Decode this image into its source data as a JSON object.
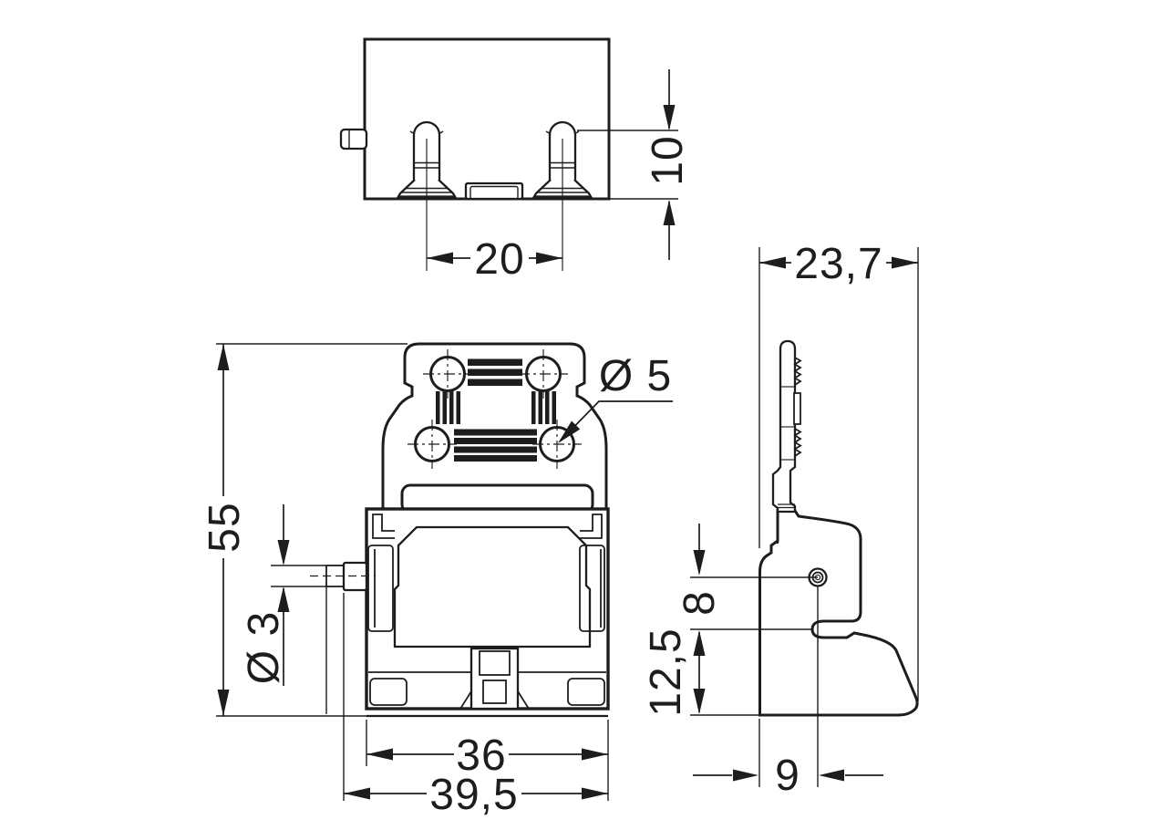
{
  "drawing": {
    "type": "technical-dimension-drawing",
    "background_color": "#ffffff",
    "line_color": "#1d1d1b",
    "views": {
      "top_view": {
        "dimensions": {
          "pin_spacing": "20",
          "pin_protrusion": "10"
        }
      },
      "front_view": {
        "dimensions": {
          "total_height": "55",
          "stud_diameter": "Ø 3",
          "hole_diameter": "Ø 5",
          "body_width": "36",
          "overall_width": "39,5"
        }
      },
      "side_view": {
        "dimensions": {
          "depth": "23,7",
          "stud_offset_from_shoulder": "8",
          "base_section_height": "12,5",
          "stud_offset_from_back": "9"
        }
      }
    }
  }
}
